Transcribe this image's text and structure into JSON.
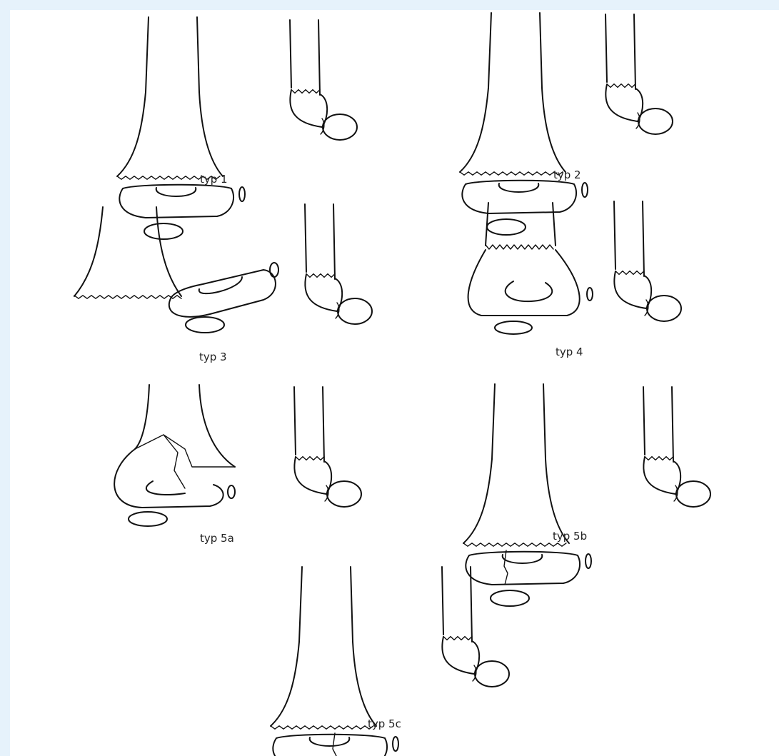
{
  "figure": {
    "panels": [
      {
        "id": "typ1",
        "label": "typ 1"
      },
      {
        "id": "typ2",
        "label": "typ 2"
      },
      {
        "id": "typ3",
        "label": "typ 3"
      },
      {
        "id": "typ4",
        "label": "typ 4"
      },
      {
        "id": "typ5a",
        "label": "typ 5a"
      },
      {
        "id": "typ5b",
        "label": "typ 5b"
      },
      {
        "id": "typ5c",
        "label": "typ 5c"
      }
    ]
  }
}
